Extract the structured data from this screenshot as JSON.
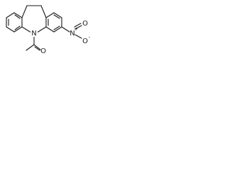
{
  "structure": {
    "atoms": {
      "nitrogen_ring": "N",
      "nitrogen_nitro": "N",
      "nitro_charge_positive": "+",
      "oxygen_nitro_top": "O",
      "oxygen_nitro_bottom": "O",
      "oxygen_nitro_charge": "-",
      "oxygen_acetyl": "O"
    }
  }
}
